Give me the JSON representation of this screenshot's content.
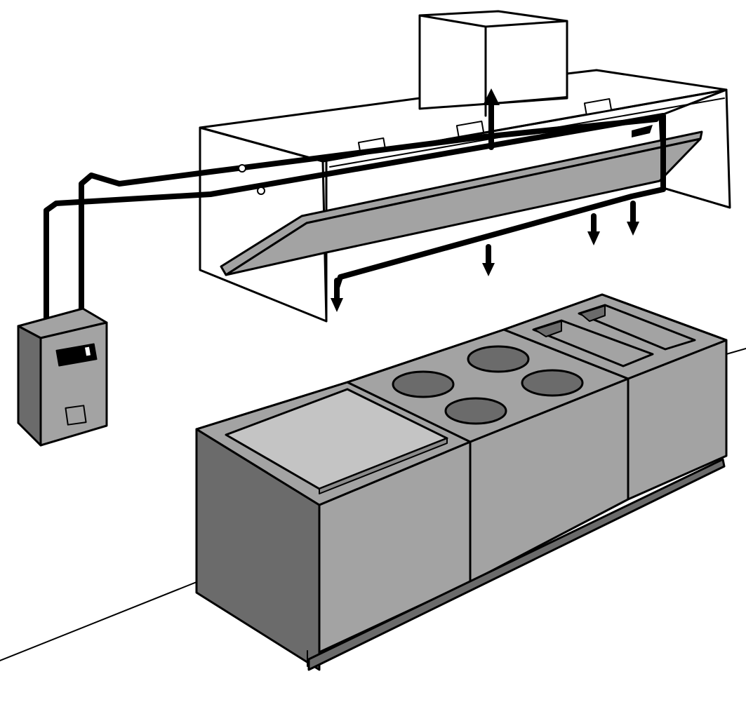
{
  "diagram": {
    "components": [
      {
        "name": "exhaust-hood",
        "icon": "hood-icon"
      },
      {
        "name": "exhaust-duct",
        "icon": "duct-icon"
      },
      {
        "name": "grease-filter",
        "icon": "filter-icon"
      },
      {
        "name": "suppression-piping",
        "icon": "pipe-icon"
      },
      {
        "name": "discharge-nozzles",
        "icon": "nozzle-icon",
        "count": 5
      },
      {
        "name": "control-panel",
        "icon": "control-box-icon"
      },
      {
        "name": "griddle",
        "icon": "griddle-icon"
      },
      {
        "name": "range-burners",
        "icon": "burner-icon",
        "count": 4
      },
      {
        "name": "fryer-wells",
        "icon": "fryer-icon",
        "count": 2
      }
    ],
    "colors": {
      "outline": "#000000",
      "background": "#ffffff",
      "light_gray": "#c4c4c4",
      "mid_gray": "#a3a3a3",
      "dark_gray": "#6b6b6b",
      "darkest_gray": "#505050"
    }
  }
}
